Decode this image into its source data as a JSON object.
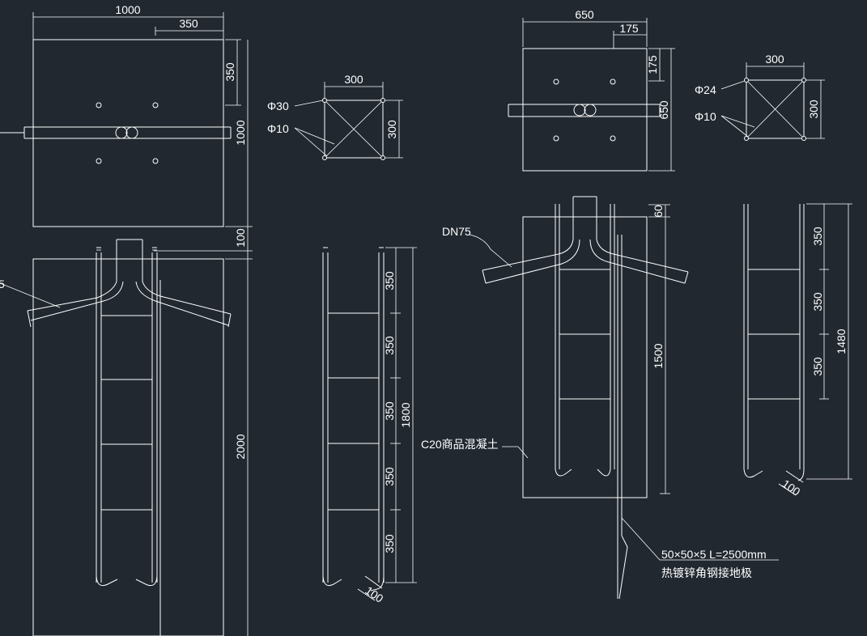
{
  "colors": {
    "background": "#212830",
    "lines": "#ffffff"
  },
  "left_plan": {
    "width": "1000",
    "offset": "350",
    "side_350": "350",
    "height": "1000"
  },
  "left_detail": {
    "size": "300",
    "size_v": "300",
    "hole_large": "Φ30",
    "hole_small": "Φ10"
  },
  "left_elev": {
    "gap": "100",
    "height": "2000",
    "label_cut": "5"
  },
  "left_cage": {
    "s1": "350",
    "s2": "350",
    "s3": "350",
    "s4": "350",
    "s5": "350",
    "total": "1800",
    "hook": "100"
  },
  "right_plan": {
    "width": "650",
    "offset": "175",
    "side_175": "175",
    "height": "650"
  },
  "right_detail": {
    "size": "300",
    "size_v": "300",
    "hole_large": "Φ24",
    "hole_small": "Φ10"
  },
  "right_elev": {
    "pipe": "DN75",
    "top": "60",
    "height": "1500",
    "concrete": "C20商品混凝土",
    "ground_line1": "50×50×5 L=2500mm",
    "ground_line2": "热镀锌角钢接地极"
  },
  "right_cage": {
    "s1": "350",
    "s2": "350",
    "s3": "350",
    "total": "1480",
    "hook": "100"
  }
}
